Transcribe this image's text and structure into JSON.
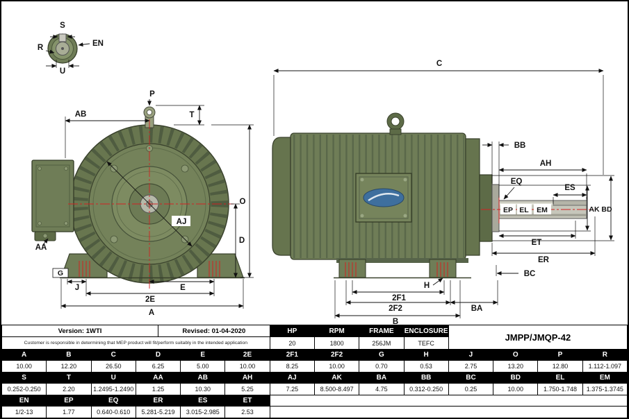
{
  "colors": {
    "motor_green": "#6f7d57",
    "motor_green_dark": "#4f5c40",
    "dimension_red": "#d22222",
    "logo_blue": "#3e6f9e",
    "header_bg": "#000000"
  },
  "drawing": {
    "shaft_detail": {
      "s": "S",
      "r": "R",
      "en": "EN",
      "u": "U"
    },
    "front": {
      "ab": "AB",
      "p": "P",
      "t": "T",
      "o": "O",
      "d": "D",
      "aj": "AJ",
      "aa": "AA",
      "g": "G",
      "j": "J",
      "e": "E",
      "two_e": "2E",
      "a": "A"
    },
    "side": {
      "c": "C",
      "bb": "BB",
      "ah": "AH",
      "eq": "EQ",
      "es": "ES",
      "ep": "EP",
      "el": "EL",
      "em": "EM",
      "ak": "AK",
      "bd": "BD",
      "et": "ET",
      "er": "ER",
      "bc": "BC",
      "h": "H",
      "two_f1": "2F1",
      "two_f2": "2F2",
      "ba": "BA",
      "b": "B"
    }
  },
  "table": {
    "version": "Version: 1WTI",
    "revised": "Revised: 01-04-2020",
    "disclaimer": "Customer is responsible in determining that MEP product will fit/perform suitably in the intended application",
    "model": "JMPP/JMQP-42",
    "spec_headers": [
      "HP",
      "RPM",
      "FRAME",
      "ENCLOSURE"
    ],
    "spec_values": [
      "20",
      "1800",
      "256JM",
      "TEFC"
    ],
    "row1_headers": [
      "A",
      "B",
      "C",
      "D",
      "E",
      "2E",
      "2F1",
      "2F2",
      "G",
      "H",
      "J",
      "O",
      "P",
      "R"
    ],
    "row1_values": [
      "10.00",
      "12.20",
      "26.50",
      "6.25",
      "5.00",
      "10.00",
      "8.25",
      "10.00",
      "0.70",
      "0.53",
      "2.75",
      "13.20",
      "12.80",
      "1.112-1.097"
    ],
    "row2_headers": [
      "S",
      "T",
      "U",
      "AA",
      "AB",
      "AH",
      "AJ",
      "AK",
      "BA",
      "BB",
      "BC",
      "BD",
      "EL",
      "EM"
    ],
    "row2_values": [
      "0.252-0.250",
      "2.20",
      "1.2495-1.2490",
      "1.25",
      "10.30",
      "5.25",
      "7.25",
      "8.500-8.497",
      "4.75",
      "0.312-0.250",
      "0.25",
      "10.00",
      "1.750-1.748",
      "1.375-1.3745"
    ],
    "row3_headers": [
      "EN",
      "EP",
      "EQ",
      "ER",
      "ES",
      "ET"
    ],
    "row3_values": [
      "1/2-13",
      "1.77",
      "0.640-0.610",
      "5.281-5.219",
      "3.015-2.985",
      "2.53"
    ]
  }
}
